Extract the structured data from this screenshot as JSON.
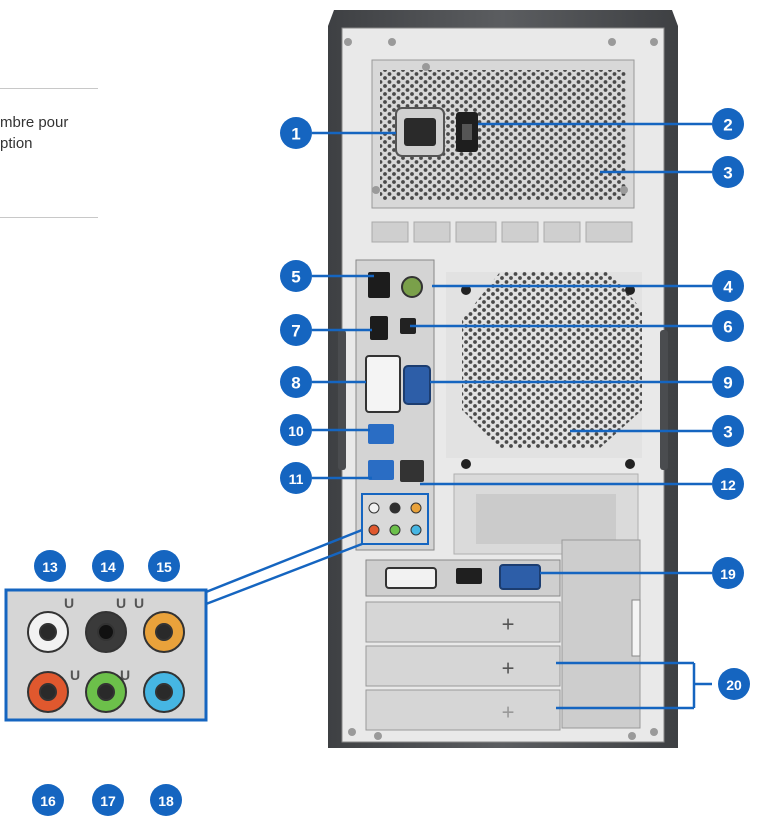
{
  "note": {
    "line1": "mbre pour",
    "line2": "ption"
  },
  "callouts": {
    "c1": "1",
    "c2": "2",
    "c3a": "3",
    "c3b": "3",
    "c4": "4",
    "c5": "5",
    "c6": "6",
    "c7": "7",
    "c8": "8",
    "c9": "9",
    "c10": "10",
    "c11": "11",
    "c12": "12",
    "c13": "13",
    "c14": "14",
    "c15": "15",
    "c16": "16",
    "c17": "17",
    "c18": "18",
    "c19": "19",
    "c20": "20"
  },
  "colors": {
    "badge": "#1565c0",
    "leader": "#1565c0",
    "case": "#55575a",
    "panel": "#dcdcdc",
    "jack_white": "#f2f2f2",
    "jack_black": "#3a3a3a",
    "jack_orange": "#e9a23b",
    "jack_red": "#e0582e",
    "jack_green": "#6cc04a",
    "jack_blue": "#46b6e3"
  }
}
